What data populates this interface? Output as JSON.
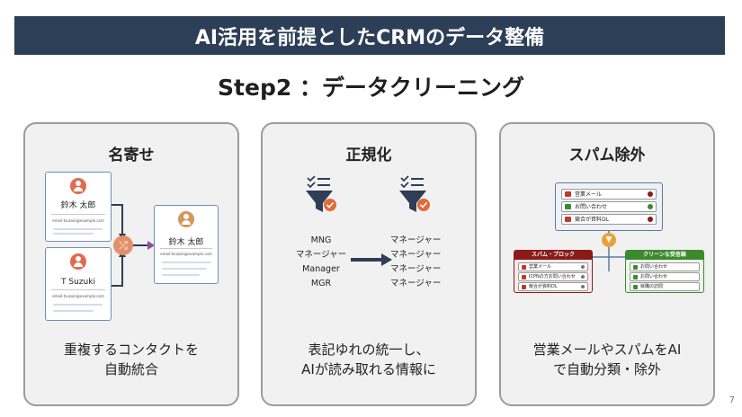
{
  "banner": "AI活用を前提としたCRMのデータ整備",
  "subtitle": "Step2 ：データクリーニング",
  "page_number": "7",
  "panels": {
    "dedupe": {
      "title": "名寄せ",
      "desc_line1": "重複するコンタクトを",
      "desc_line2": "自動統合",
      "card1_name": "鈴木 太郎",
      "card1_email": "email-tsuzuki@example.com",
      "card2_name": "T Suzuki",
      "card2_email": "email-tsuzuki@example.com",
      "merged_name": "鈴木 太郎",
      "merged_email": "email-tsuzuki@example.com"
    },
    "normalize": {
      "title": "正規化",
      "desc_line1": "表記ゆれの統一し、",
      "desc_line2": "AIが読み取れる情報に",
      "before": [
        "MNG",
        "マネージャー",
        "Manager",
        "MGR"
      ],
      "after": [
        "マネージャー",
        "マネージャー",
        "マネージャー",
        "マネージャー"
      ]
    },
    "spam": {
      "title": "スパム除外",
      "desc_line1": "営業メールやスパムをAI",
      "desc_line2": "で自動分類・除外",
      "inbox": [
        "営業メール",
        "お問い合わせ",
        "競合が資料DL"
      ],
      "spam_header": "スパム・ブロック",
      "spam_items": [
        "営業メール",
        "ICPNの方お問い合わせ",
        "競合が資料DL"
      ],
      "clean_header": "クリーンな受信箱",
      "clean_items": [
        "お問い合わせ",
        "お問い合わせ",
        "就職の訪問"
      ]
    }
  },
  "colors": {
    "banner": "#2d3e57",
    "spam_red": "#8b1a1a",
    "clean_green": "#3c8a2e",
    "funnel": "#2f3d56",
    "accent_orange": "#e06a3c"
  }
}
